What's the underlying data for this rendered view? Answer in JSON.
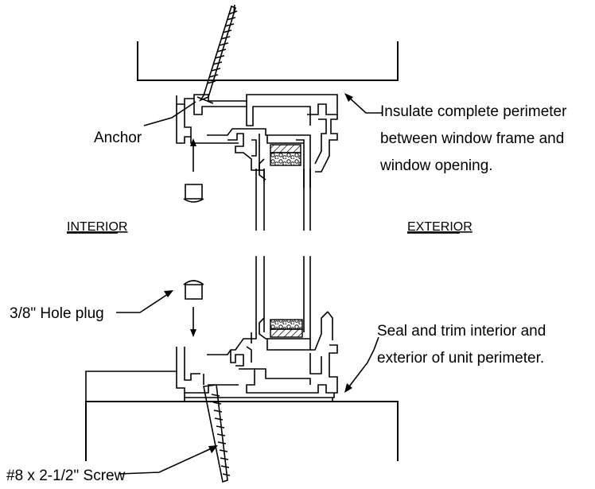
{
  "labels": {
    "anchor": "Anchor",
    "insulate_line1": "Insulate complete perimeter",
    "insulate_line2": "between window frame and",
    "insulate_line3": "window opening.",
    "interior": "INTERIOR",
    "exterior": "EXTERIOR",
    "hole_plug": "3/8\" Hole plug",
    "seal_line1": "Seal and trim interior and",
    "seal_line2": "exterior of unit perimeter.",
    "screw": "#8 x 2-1/2\" Screw"
  },
  "colors": {
    "line": "#000000",
    "background": "#ffffff"
  }
}
